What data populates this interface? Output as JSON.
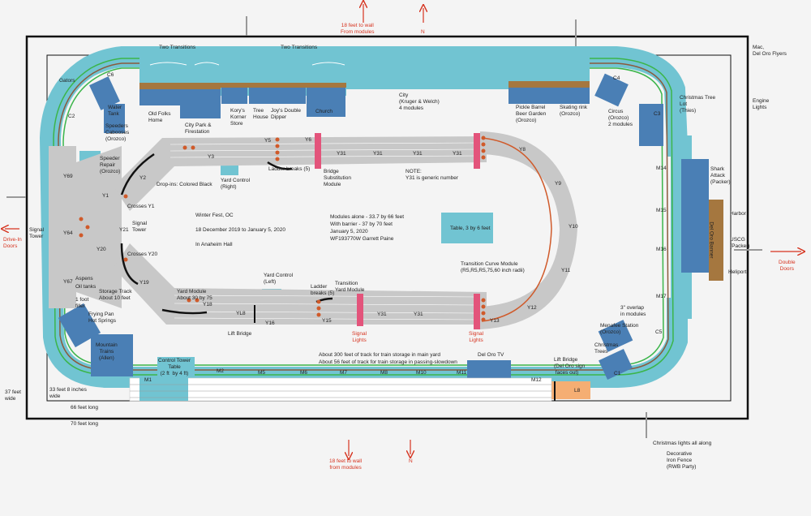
{
  "top": {
    "wall_note": "18 feet to wall\nFrom modules",
    "north": "N"
  },
  "bottom": {
    "wall_note": "18 feet to wall\nfrom modules",
    "north": "N"
  },
  "left_door": "Drive-In\nDoors",
  "right_door": "Double\nDoors",
  "transitions_left": "Two Transitions",
  "transitions_right": "Two Transitions",
  "modules": {
    "c6": "C6",
    "c2": "C2",
    "c4": "C4",
    "c3": "C3",
    "c5": "C5",
    "c1": "C1",
    "m14": "M14",
    "m15": "M15",
    "m16": "M16",
    "m17": "M17",
    "m1": "M1",
    "m2": "M2",
    "m5": "M5",
    "m6": "M6",
    "m7": "M7",
    "m8": "M8",
    "m10": "M10",
    "m11": "M11",
    "m12": "M12",
    "l8": "L8",
    "yl8": "YL8"
  },
  "yard": {
    "y1": "Y1",
    "y2": "Y2",
    "y3": "Y3",
    "y5": "Y5",
    "y6": "Y6",
    "y8": "Y8",
    "y9": "Y9",
    "y10": "Y10",
    "y11": "Y11",
    "y12": "Y12",
    "y13": "Y13",
    "y15": "Y15",
    "y16": "Y16",
    "y18": "Y18",
    "y19": "Y19",
    "y20": "Y20",
    "y21": "Y21",
    "y31a": "Y31",
    "y31b": "Y31",
    "y31c": "Y31",
    "y31d": "Y31",
    "y31e": "Y31",
    "y31f": "Y31",
    "y64": "Y64",
    "y67": "Y67",
    "y69": "Y69"
  },
  "labels": {
    "gators": "Gators",
    "water_tank": "Water\nTank",
    "speeders": "Speeders\nCabooses\n(Orozco)",
    "speeder_repair": "Speeder\nRepair\n(Orozco)",
    "old_folks": "Old Folks\nHome",
    "city_park": "City Park &\nFirestation",
    "korys": "Kory's\nKorner\nStore",
    "tree_house": "Tree\nHouse",
    "joys": "Joy's Double\nDipper",
    "church": "Church",
    "city": "City\n(Kruger & Welch)\n4 modules",
    "pickle_barrel": "Pickle Barrel\nBeer Garden\n(Orozco)",
    "skating": "Skating rink\n(Orozco)",
    "circus": "Circus\n(Orozco)\n2 modules",
    "christmas_tree_lot": "Christmas Tree\nLot\n(Thies)",
    "mac": "Mac,\nDel Oro Flyers",
    "engine_lights": "Engine\nLights",
    "shark_attack": "Shark\nAttack\n(Packer)",
    "harbor": "Harbor",
    "uscg": "USCG\n(Packer)",
    "heliport": "Heliport",
    "del_oro_banner": "Del Oro Banner",
    "drop_ins": "Drop-ins: Colored Black",
    "yard_control_right": "Yard Control\n(Right)",
    "ladder_breaks_top": "Ladder breaks (5)",
    "bridge_sub": "Bridge\nSubstitution\nModule",
    "note": "NOTE:\nY31 is generic number",
    "crosses_y1": "Crosses Y1",
    "signal_tower_inner": "Signal\nTower",
    "crosses_y20": "Crosses Y20",
    "signal_tower_left": "Signal\nTower",
    "aspens": "Aspens",
    "oil_tanks": "Oil tanks",
    "storage_track": "Storage Track\nAbout 10 feet",
    "one_foot_filler": "1 foot\nfiller",
    "frying_pan": "Frying Pan\nHot Springs",
    "mountain_trains": "Mountain\nTrains\n(Allen)",
    "yard_module": "Yard Module\nAbout 30 by 75",
    "lift_bridge_left": "Lift Bridge",
    "yard_control_left": "Yard Control\n(Left)",
    "ladder_breaks_bottom": "Ladder\nbreaks (5)",
    "transition_yard": "Transition\nYard Module",
    "signal_lights_a": "Signal\nLights",
    "signal_lights_b": "Signal\nLights",
    "winter_fest": "Winter Fest, OC",
    "dates": "18 December 2019 to January 5, 2020",
    "hall": "In Anaheim Hall",
    "modules_alone": "Modules alone - 33.7 by 66 feet",
    "with_barrier": "With barrier - 37 by 70 feet",
    "jan5": "January 5, 2020",
    "wf": "WF193770W Garrett Paine",
    "table": "Table, 3 by 6 feet",
    "transition_curve": "Transition Curve Module\n(R5,R5,R5,75,60 inch radii)",
    "overlap": "3\" overlap\nin modules",
    "menafee": "Menafee Station\n(Orozco)",
    "christmas_trees": "Christmas\nTrees",
    "storage_main": "About 300 feet of track for train storage in main yard",
    "storage_passing": "About 56 feet of track for train storage in passing-slowdown",
    "del_oro_tv": "Del Oro TV",
    "lift_bridge_right": "Lift Bridge\n(Del Oro sign\n faces out)",
    "control_tower": "Control Tower\nTable\n(2 ft  by 4 ft)",
    "width_33": "33 feet 8 inches\nwide",
    "width_37": "37 feet\nwide",
    "len_66": "66 feet long",
    "len_70": "70 feet long",
    "christmas_lights": "Christmas lights all along",
    "fence": "Decorative\nIron Fence\n(RWB Party)"
  },
  "colors": {
    "module_teal": "#71c4d2",
    "structure_blue": "#4a7fb5",
    "wood_brown": "#a5773f",
    "yard_gray": "#c8c8c8",
    "track_green": "#3bb54a",
    "track_brown": "#8b5a3c",
    "signal_pink": "#e3547b",
    "lift_orange": "#f5ae73",
    "arrow_red": "#d6331f"
  }
}
